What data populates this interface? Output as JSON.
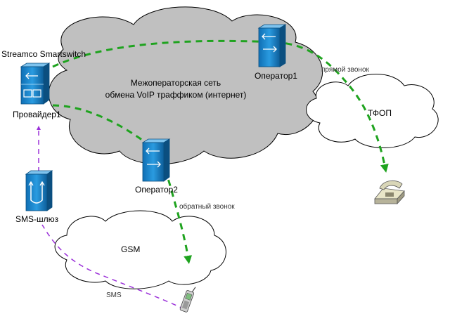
{
  "labels": {
    "switch_name": "Streamco Smartswitch",
    "provider": "Провайдер1",
    "operator1": "Оператор1",
    "operator2": "Оператор2",
    "sms_gateway": "SMS-шлюз",
    "network_line1": "Межоператорская сеть",
    "network_line2": "обмена VoIP траффиком (интернет)",
    "pstn": "ТФОП",
    "gsm": "GSM",
    "direct_call": "прямой звонок",
    "callback": "обратный звонок",
    "sms": "SMS"
  },
  "colors": {
    "cloud_fill": "#c0c0c0",
    "cloud_stroke": "#000000",
    "device_blue": "#1e8ad0",
    "call_path": "#1fa31f",
    "sms_path": "#9b30d9"
  },
  "icons": {
    "provider": "switch-icon",
    "operator": "router-icon",
    "sms_gateway": "gateway-icon",
    "phone": "desk-phone-icon",
    "mobile": "mobile-phone-icon"
  }
}
